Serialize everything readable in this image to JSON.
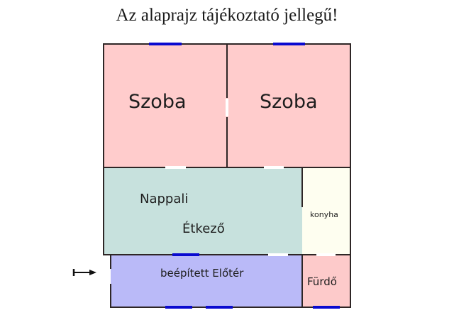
{
  "title": "Az alaprajz tájékoztató jellegű!",
  "colors": {
    "szoba": "#ffcccc",
    "nappali": "#c7e1dd",
    "konyha": "#fefef0",
    "eloter": "#babaf8",
    "furdo": "#fdcaca",
    "wall": "#2e2626",
    "window": "#0a0ad0"
  },
  "rooms": {
    "szoba1": {
      "label": "Szoba"
    },
    "szoba2": {
      "label": "Szoba"
    },
    "nappali": {
      "label": "Nappali"
    },
    "etkezo": {
      "label": "Étkező"
    },
    "konyha": {
      "label": "konyha"
    },
    "eloter": {
      "label": "beépített Előtér"
    },
    "furdo": {
      "label": "Fürdő"
    }
  },
  "entrance": {
    "icon": "entrance-arrow-icon"
  }
}
